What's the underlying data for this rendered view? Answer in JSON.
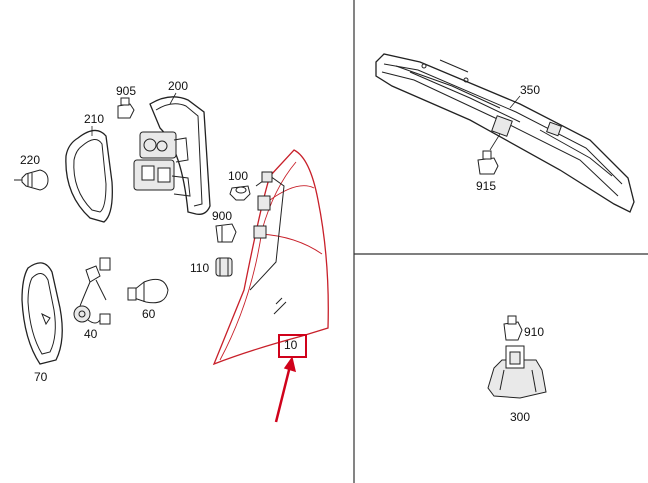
{
  "parts": {
    "p905": "905",
    "p200": "200",
    "p210": "210",
    "p220": "220",
    "p100": "100",
    "p900": "900",
    "p110": "110",
    "p60": "60",
    "p40": "40",
    "p70": "70",
    "p10": "10",
    "p350": "350",
    "p915": "915",
    "p910": "910",
    "p300": "300"
  },
  "colors": {
    "highlight": "#d0021b",
    "lens_edge": "#c8202a"
  }
}
